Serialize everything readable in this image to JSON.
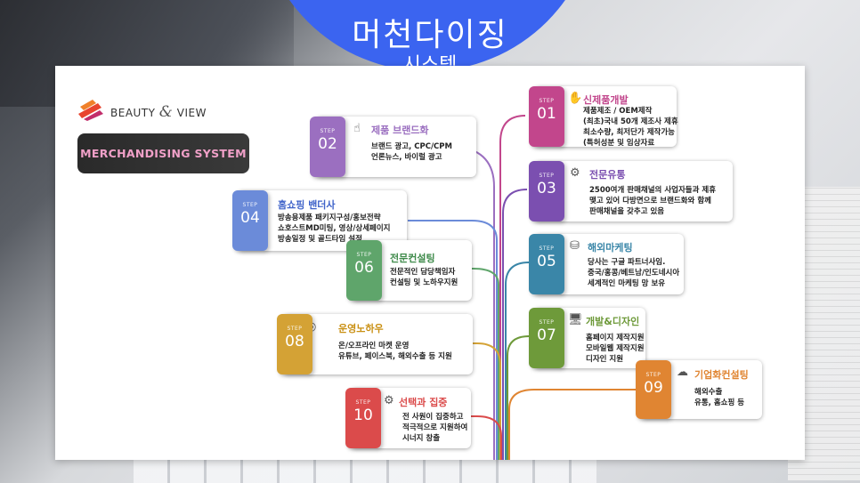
{
  "title": {
    "line1": "머천다이징",
    "line2": "시스템"
  },
  "logo": {
    "brand_a": "BEAUTY",
    "amp": "&",
    "brand_b": "VIEW"
  },
  "system_label": "MERCHANDISING SYSTEM",
  "step_prefix": "STEP",
  "colors": {
    "title_circle": "#3b64f0",
    "step01": "#c2468c",
    "step02": "#9b6fc0",
    "step03": "#7b4fb0",
    "step04": "#6b8bd9",
    "step05": "#3a86a8",
    "step06": "#5fa56b",
    "step07": "#6e9a3a",
    "step08": "#d4a235",
    "step09": "#e08532",
    "step10": "#db4b4b"
  },
  "steps": [
    {
      "num": "01",
      "title": "신제품개발",
      "icon": "hand-icon",
      "lines": [
        "제품제조 / OEM제작",
        "(최초)국내 50개 제조사 제휴",
        "최소수량, 최저단가 제작가능",
        "(특허성분 및 임상자료"
      ]
    },
    {
      "num": "02",
      "title": "제품 브랜드화",
      "icon": "pointer-icon",
      "lines": [
        "브랜드 광고, CPC/CPM",
        "언론뉴스, 바이럴 광고"
      ]
    },
    {
      "num": "03",
      "title": "전문유통",
      "icon": "gear-icon",
      "lines": [
        "2500여개 판매채널의 사업자들과 제휴",
        "맺고 있어 다방면으로 브랜드화와 함께",
        "판매채널을 갖추고 있음"
      ]
    },
    {
      "num": "04",
      "title": "홈쇼핑 밴더사",
      "icon": "",
      "lines": [
        "방송용제품 패키지구성/홍보전략",
        "쇼호스트MD미팅, 영상/상세페이지",
        "방송일정 및 골드타임 설정"
      ]
    },
    {
      "num": "05",
      "title": "해외마케팅",
      "icon": "database-icon",
      "lines": [
        "당사는 구글 파트너사임.",
        "중국/홍콩/베트남/인도네시아",
        "세계적인 마케팅 망 보유"
      ]
    },
    {
      "num": "06",
      "title": "전문컨설팅",
      "icon": "",
      "lines": [
        "전문적인 담당책임자",
        "컨설팅 및 노하우지원"
      ]
    },
    {
      "num": "07",
      "title": "개발&디자인",
      "icon": "monitor-icon",
      "lines": [
        "홈페이지 제작지원",
        "모바일웹 제작지원",
        "디자인 지원"
      ]
    },
    {
      "num": "08",
      "title": "운영노하우",
      "icon": "target-icon",
      "lines": [
        "온/오프라인 마켓 운영",
        "유튜브, 페이스북, 해외수출 등 지원"
      ]
    },
    {
      "num": "09",
      "title": "기업화컨설팅",
      "icon": "cloud-icon",
      "lines": [
        "해외수출",
        "유통, 홈쇼핑 등"
      ]
    },
    {
      "num": "10",
      "title": "선택과 집중",
      "icon": "gear-icon",
      "lines": [
        "전 사원이 집중하고",
        "적극적으로 지원하여",
        "시너지 창출"
      ]
    }
  ]
}
